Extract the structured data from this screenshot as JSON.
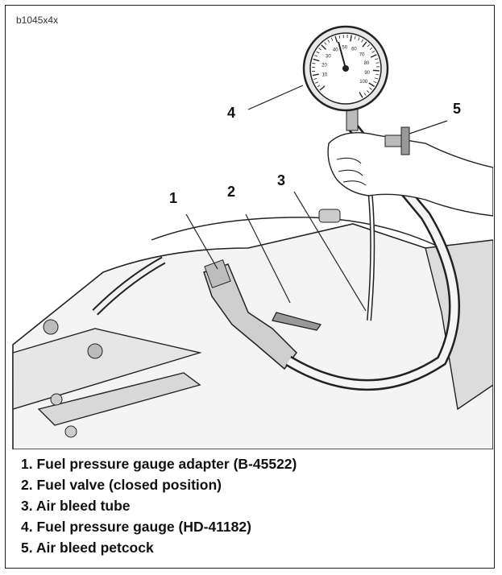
{
  "figure_id": "b1045x4x",
  "callouts": [
    "1",
    "2",
    "3",
    "4",
    "5"
  ],
  "legend": [
    {
      "num": "1.",
      "text": "Fuel pressure gauge adapter (B-45522)"
    },
    {
      "num": "2.",
      "text": "Fuel valve (closed position)"
    },
    {
      "num": "3.",
      "text": "Air bleed tube"
    },
    {
      "num": "4.",
      "text": "Fuel pressure gauge (HD-41182)"
    },
    {
      "num": "5.",
      "text": "Air bleed petcock"
    }
  ],
  "gauge_scale": [
    "10",
    "20",
    "30",
    "40",
    "50",
    "60",
    "70",
    "80",
    "90",
    "100"
  ]
}
